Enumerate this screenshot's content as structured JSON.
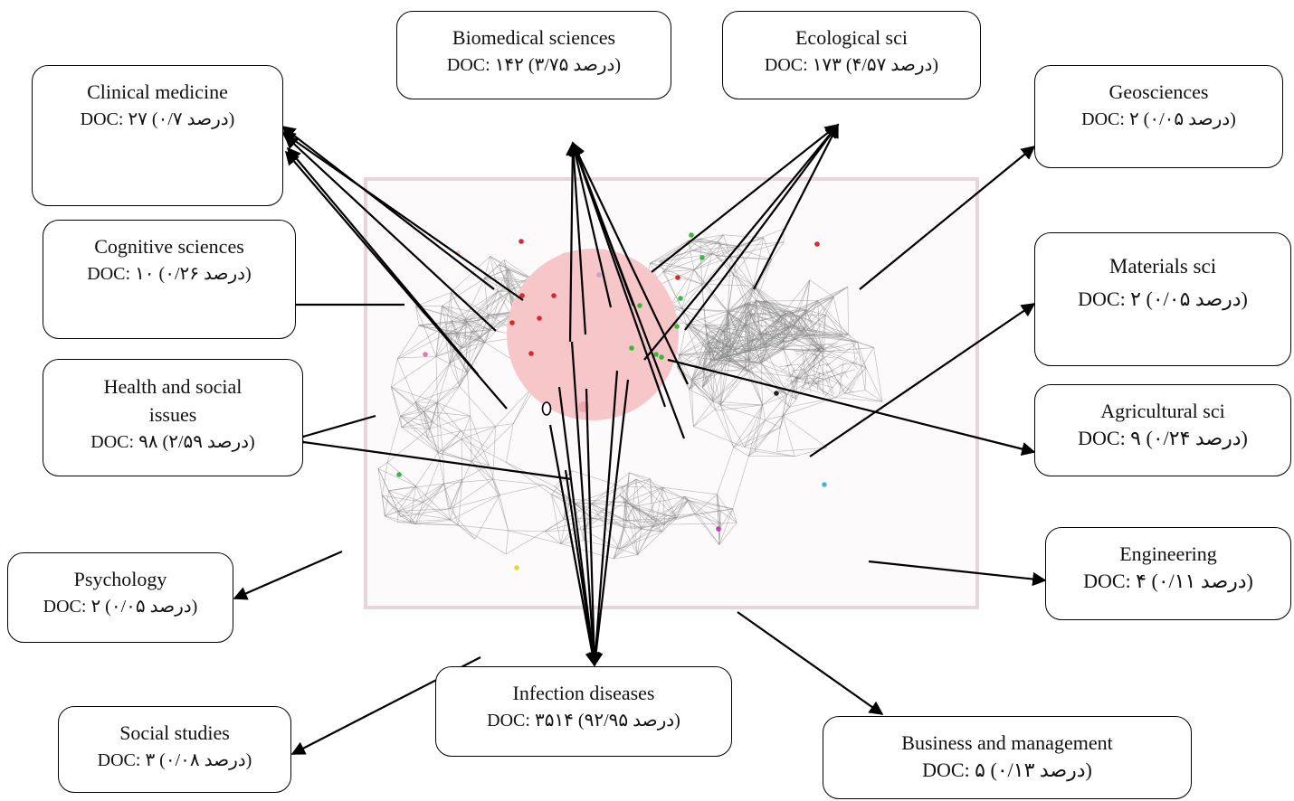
{
  "categories": [
    {
      "id": "clinical",
      "title": "Clinical medicine",
      "doc": "DOC: ۲۷ (۰/۷ درصد)"
    },
    {
      "id": "biomedical",
      "title": "Biomedical sciences",
      "doc": "DOC: ۱۴۲ (۳/۷۵ درصد)"
    },
    {
      "id": "ecological",
      "title": "Ecological sci",
      "doc": "DOC: ۱۷۳ (۴/۵۷ درصد)"
    },
    {
      "id": "geosciences",
      "title": "Geosciences",
      "doc": "DOC: ۲ (۰/۰۵ درصد)"
    },
    {
      "id": "cognitive",
      "title": "Cognitive sciences",
      "doc": "DOC: ۱۰ (۰/۲۶ درصد)"
    },
    {
      "id": "materials",
      "title": "Materials sci",
      "doc": "DOC: ۲ (۰/۰۵ درصد)"
    },
    {
      "id": "health",
      "title": "Health and social issues",
      "doc": "DOC: ۹۸ (۲/۵۹ درصد)"
    },
    {
      "id": "agricultural",
      "title": "Agricultural sci",
      "doc": "DOC: ۹ (۰/۲۴ درصد)"
    },
    {
      "id": "psychology",
      "title": "Psychology",
      "doc": "DOC: ۲ (۰/۰۵ درصد)"
    },
    {
      "id": "engineering",
      "title": "Engineering",
      "doc": "DOC: ۴ (۰/۱۱ درصد)"
    },
    {
      "id": "infection",
      "title": "Infection diseases",
      "doc": "DOC: ۳۵۱۴ (۹۲/۹۵ درصد)"
    },
    {
      "id": "social",
      "title": "Social studies",
      "doc": "DOC: ۳ (۰/۰۸ درصد)"
    },
    {
      "id": "business",
      "title": "Business and management",
      "doc": "DOC: ۵ (۰/۱۳ درصد)"
    }
  ],
  "colors": {
    "box_border": "#000000",
    "network_edge": "#8a8a8a",
    "infection_cluster": "#f7c6c9",
    "frame_border": "#e8d4dc",
    "node_red": "#d42a2a",
    "node_green": "#38b93a",
    "arrow": "#000000"
  }
}
